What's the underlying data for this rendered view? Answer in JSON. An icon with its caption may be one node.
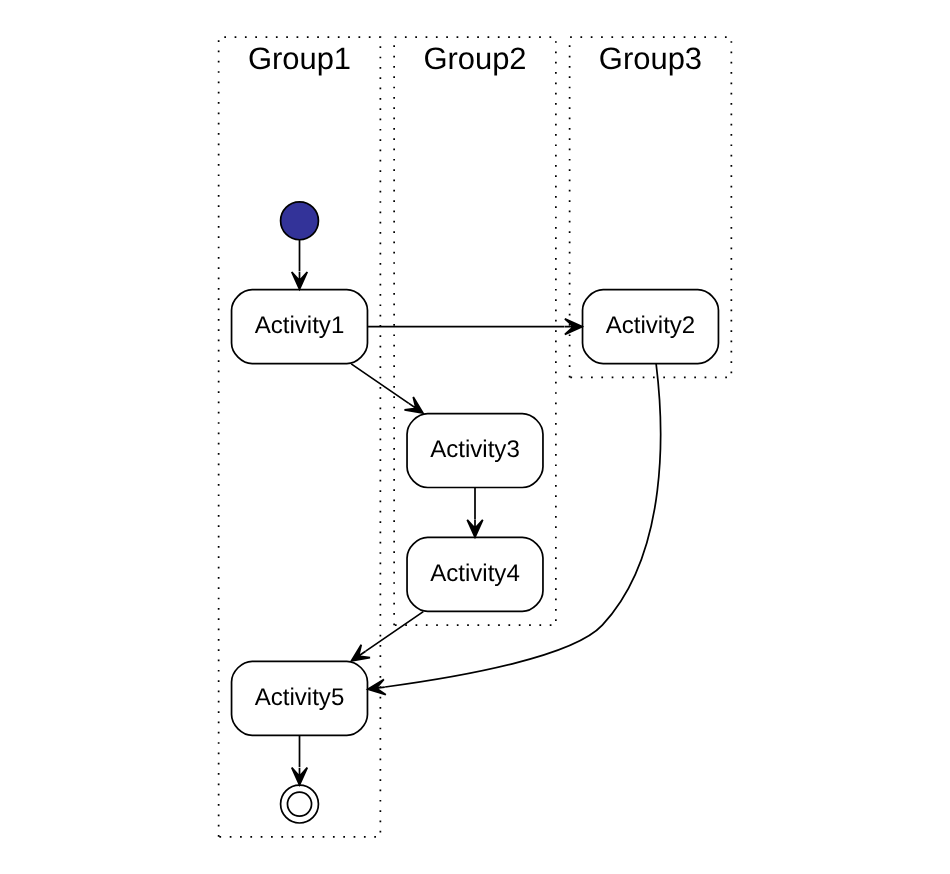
{
  "diagram": {
    "nodes": [
      {
        "text": [
          "Group1"
        ]
      },
      {
        "text": [
          "Group2"
        ]
      },
      {
        "text": [
          "Group3"
        ]
      },
      {
        "text": [],
        "shape": "circle",
        "in": 0
      },
      {
        "text": [
          "Activity1"
        ],
        "in": 0
      },
      {
        "text": [
          "Activity2"
        ],
        "in": 2
      },
      {
        "text": [
          "Activity3"
        ],
        "in": 1
      },
      {
        "text": [
          "Activity4"
        ],
        "in": 1
      },
      {
        "text": [
          "Activity5"
        ],
        "in": 0
      },
      {
        "text": [],
        "shape": "bullseye",
        "in": 0
      }
    ],
    "edges": [
      {
        "from": 3,
        "to": 4,
        "arrow": "to"
      },
      {
        "from": 4,
        "to": 5,
        "arrow": "to"
      },
      {
        "from": 4,
        "to": 6,
        "arrow": "to"
      },
      {
        "from": 6,
        "to": 7,
        "arrow": "to"
      },
      {
        "from": 7,
        "to": 8,
        "arrow": "to"
      },
      {
        "from": 5,
        "to": 8,
        "arrow": "to"
      },
      {
        "from": 8,
        "to": 9,
        "arrow": "to"
      }
    ]
  }
}
